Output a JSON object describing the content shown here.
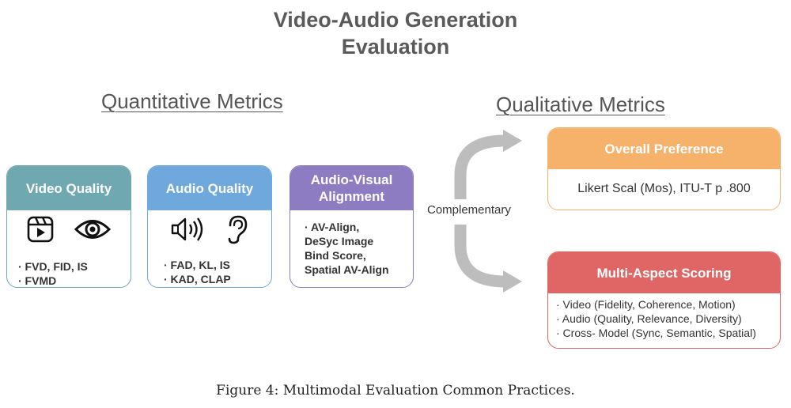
{
  "title": {
    "line1": "Video-Audio Generation",
    "line2": "Evaluation"
  },
  "quantitative": {
    "heading": "Quantitative Metrics",
    "cards": [
      {
        "title": "Video Quality",
        "color": "#6fa8b0",
        "icons": [
          "clapperboard-icon",
          "eye-icon"
        ],
        "lines": [
          "· FVD, FID, IS",
          "· FVMD"
        ]
      },
      {
        "title": "Audio Quality",
        "color": "#6fa8dc",
        "icons": [
          "speaker-icon",
          "ear-icon"
        ],
        "lines": [
          "· FAD, KL, IS",
          "· KAD, CLAP"
        ]
      },
      {
        "title_line1": "Audio-Visual",
        "title_line2": "Alignment",
        "color": "#8e7cc3",
        "lines": [
          "· AV-Align,",
          "DeSyc Image",
          "Bind Score,",
          "Spatial AV-Align"
        ]
      }
    ]
  },
  "connector": {
    "label": "Complementary",
    "color": "#bdbdbd"
  },
  "qualitative": {
    "heading": "Qualitative Metrics",
    "cards": [
      {
        "title": "Overall Preference",
        "color": "#f6b26b",
        "lines": [
          "Likert Scal (Mos), ITU-T p .800"
        ]
      },
      {
        "title": "Multi-Aspect Scoring",
        "color": "#e06666",
        "lines": [
          "· Video (Fidelity, Coherence, Motion)",
          "· Audio (Quality, Relevance, Diversity)",
          "· Cross- Model (Sync, Semantic, Spatial)"
        ]
      }
    ]
  },
  "caption": "Figure 4: Multimodal Evaluation Common Practices."
}
